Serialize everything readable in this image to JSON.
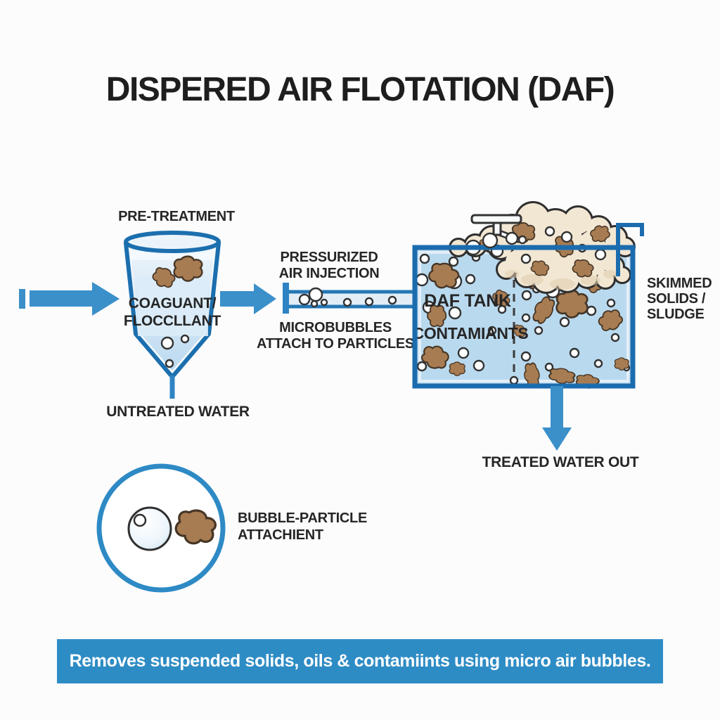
{
  "title": "DISPERED AIR FLOTATION (DAF)",
  "colors": {
    "accent_blue": "#3b90ca",
    "outline_blue": "#1b6cae",
    "water_light_blue": "#b9d9ee",
    "foam_beige": "#f2e7d3",
    "particle_brown": "#a87c52",
    "label_dark": "#262626",
    "banner_blue": "#2e8cc5",
    "banner_text": "#ffffff"
  },
  "pretreatment": {
    "title": "PRE-TREATMENT",
    "vessel_line1": "COAGUANT/",
    "vessel_line2": "FLOCCLLANT",
    "bottom_label": "UNTREATED WATER"
  },
  "injection": {
    "top_line1": "PRESSURIZED",
    "top_line2": "AIR INJECTION",
    "bottom_line1": "MICROBUBBLES",
    "bottom_line2": "ATTACH TO PARTICLES"
  },
  "tank": {
    "name": "DAF TANK",
    "contents": "CONTAMIANTS",
    "skim_line1": "SKIMMED",
    "skim_line2": "SOLIDS /",
    "skim_line3": "SLUDGE",
    "out_label": "TREATED WATER OUT"
  },
  "inset": {
    "line1": "BUBBLE-PARTICLE",
    "line2": "ATTACHIENT"
  },
  "banner": {
    "text": "Removes suspended solids, oils & contamiints using micro air bubbles."
  }
}
